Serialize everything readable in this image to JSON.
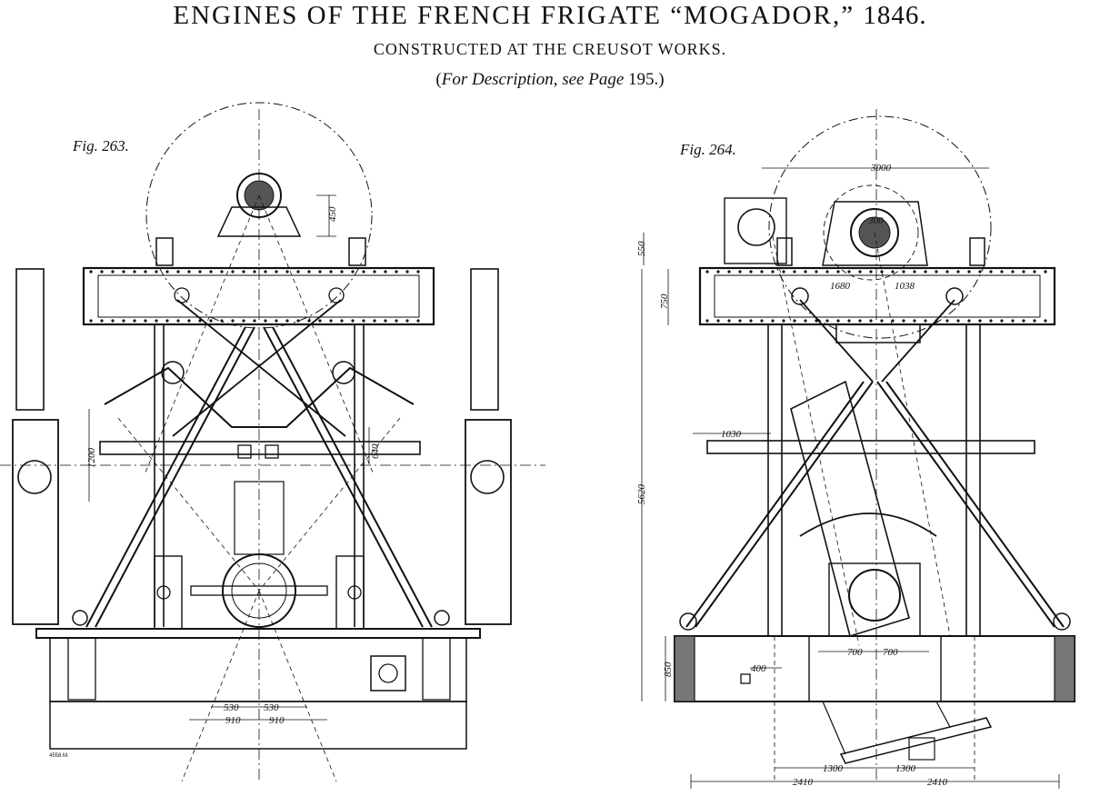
{
  "header": {
    "title_main": "ENGINES OF THE FRENCH FRIGATE “MOGADOR,”",
    "title_year": "1846.",
    "subtitle": "CONSTRUCTED AT THE CREUSOT WORKS.",
    "note_open": "(",
    "note_italic": "For Description, see Page",
    "note_page": "195.)"
  },
  "fig263": {
    "label": "Fig. 263.",
    "dims": {
      "d450": "450",
      "d1200": "1200",
      "d640": "640",
      "d530a": "530",
      "d530b": "530",
      "d910a": "910",
      "d910b": "910"
    },
    "signature": "4558.M."
  },
  "fig264": {
    "label": "Fig. 264.",
    "dims": {
      "d3000": "3000",
      "d300": "300",
      "d1680": "1680",
      "d1038": "1038",
      "d750": "750",
      "d550": "550",
      "d5620": "5620",
      "d1030": "1030",
      "d850": "850",
      "d400": "400",
      "d700a": "700",
      "d700b": "700",
      "d1300a": "1300",
      "d1300b": "1300",
      "d2410a": "2410",
      "d2410b": "2410"
    }
  }
}
